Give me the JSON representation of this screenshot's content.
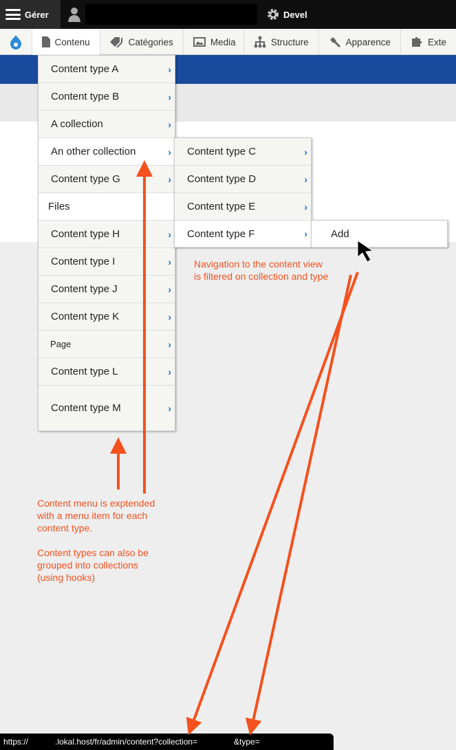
{
  "toolbar": {
    "manage": "Gérer",
    "devel": "Devel"
  },
  "nav": {
    "tabs": [
      {
        "label": "Contenu",
        "icon": "file-icon"
      },
      {
        "label": "Catégories",
        "icon": "tag-icon"
      },
      {
        "label": "Media",
        "icon": "image-icon"
      },
      {
        "label": "Structure",
        "icon": "sitemap-icon"
      },
      {
        "label": "Apparence",
        "icon": "brush-icon"
      },
      {
        "label": "Exte",
        "icon": "puzzle-icon"
      }
    ]
  },
  "menu1": [
    "Content type A",
    "Content type B",
    "A collection",
    "An other collection",
    "Content type G",
    "Files",
    "Content type H",
    "Content type I",
    "Content type J",
    "Content type K",
    "Page",
    "Content type L",
    "Content type M"
  ],
  "menu2": [
    "Content type C",
    "Content type D",
    "Content type E",
    "Content type F"
  ],
  "menu3": [
    "Add"
  ],
  "notes": {
    "nav_note_1": "Navigation to the content view",
    "nav_note_2": "is filtered on collection and type",
    "menu_note_1": "Content menu is exptended",
    "menu_note_2": "with a menu item for each",
    "menu_note_3": "content type.",
    "group_note_1": "Content types can also be",
    "group_note_2": "grouped into collections",
    "group_note_3": "(using hooks)"
  },
  "status_url": {
    "scheme": "https://",
    "path": ".lokal.host/fr/admin/content?collection=",
    "type": "&type="
  },
  "colors": {
    "accent": "#1a4a9c",
    "annotation": "#f4511e",
    "chevron": "#1b6ac9"
  }
}
